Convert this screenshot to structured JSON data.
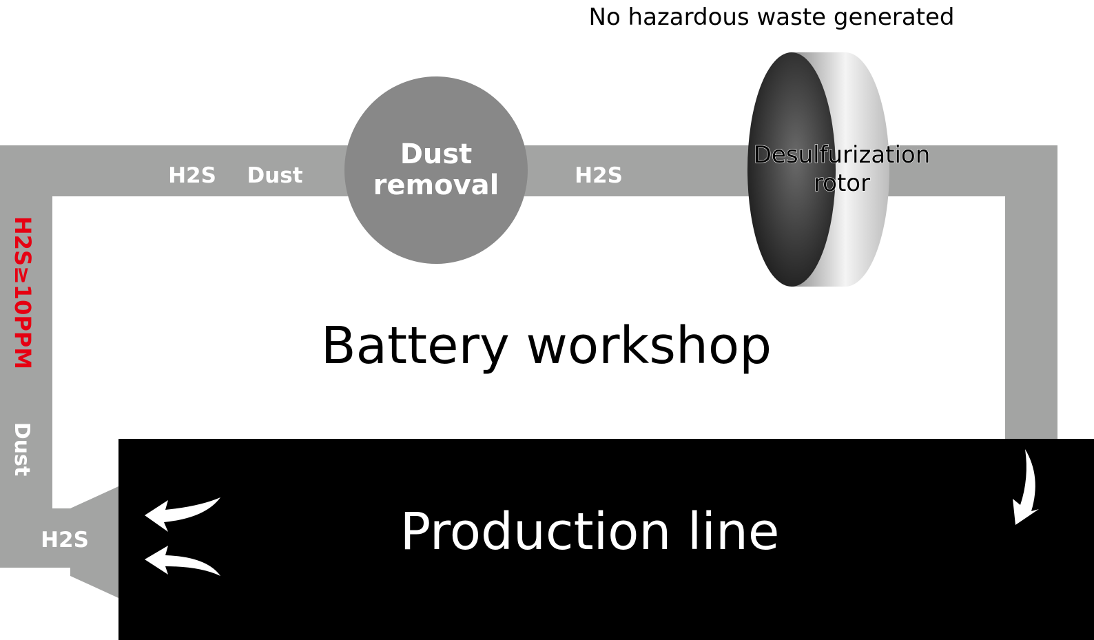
{
  "header": {
    "note": "No hazardous waste generated"
  },
  "pipe_labels": {
    "top_left_h2s": "H2S",
    "top_left_dust": "Dust",
    "top_middle_h2s": "H2S",
    "left_vertical_concentration": "H2S≥10PPM",
    "left_vertical_dust": "Dust",
    "bottom_left_h2s": "H2S"
  },
  "nodes": {
    "dust_removal": {
      "line1": "Dust",
      "line2": "removal"
    },
    "desulfurization_rotor": {
      "line1": "Desulfurization",
      "line2": "rotor"
    },
    "battery_workshop": "Battery workshop",
    "production_line": "Production line"
  },
  "colors": {
    "pipe": "#a3a4a3",
    "dust_removal_fill": "#888888",
    "production_line_fill": "#000000",
    "warning_text": "#e60012",
    "label_light": "#ffffff",
    "rotor_dark": "#2b2b2b",
    "rotor_light": "#d9d9d9"
  }
}
